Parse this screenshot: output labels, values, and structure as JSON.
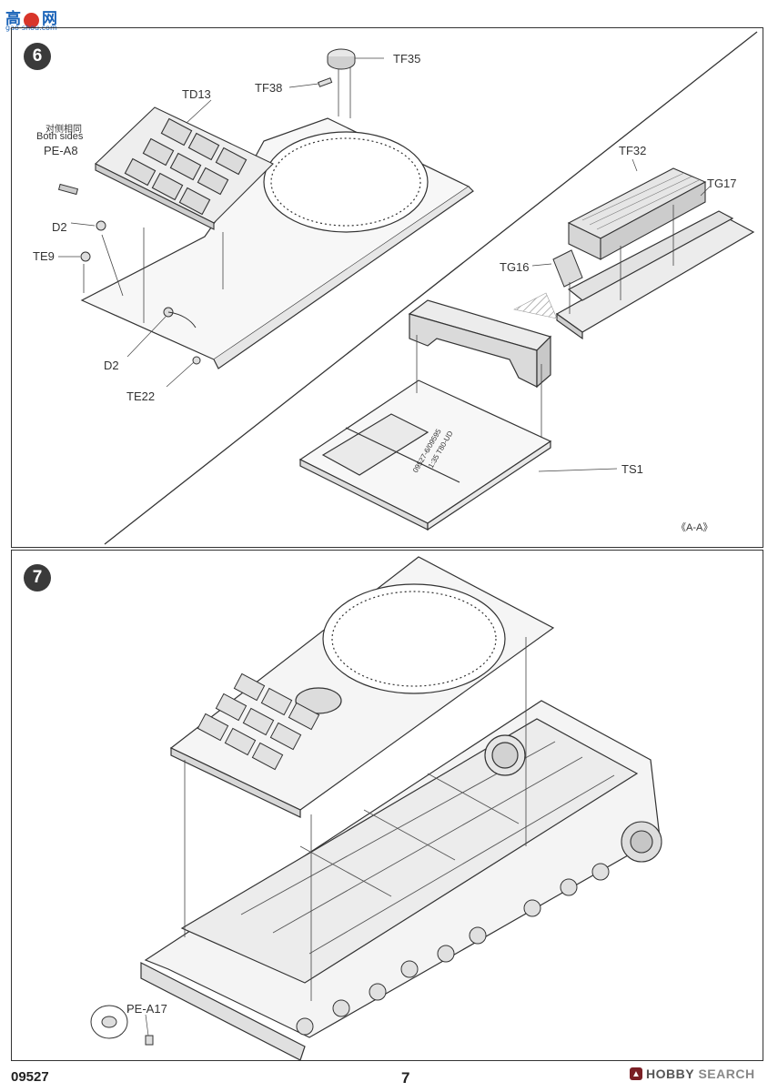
{
  "watermark": {
    "site_chars": [
      "高",
      "网"
    ],
    "site_url": "gao-shou.com",
    "hobby_text": "HOBBY",
    "search_text": "SEARCH"
  },
  "step6": {
    "number": "6",
    "labels": {
      "tf35": "TF35",
      "tf38": "TF38",
      "td13": "TD13",
      "both_sides_zh": "对侧相同",
      "both_sides_en": "Both sides",
      "pe_a8": "PE-A8",
      "d2_top": "D2",
      "te9": "TE9",
      "d2_bottom": "D2",
      "te22": "TE22",
      "tf32": "TF32",
      "tg17": "TG17",
      "tg16": "TG16",
      "ts1": "TS1",
      "section": "《A-A》"
    },
    "plate_text_1": "1:35 T80-UD",
    "plate_text_2": "09527-6/09595"
  },
  "step7": {
    "number": "7",
    "labels": {
      "pe_a17": "PE-A17"
    }
  },
  "footer": {
    "code": "09527",
    "page": "7"
  },
  "colors": {
    "badge": "#3a3a3a",
    "line": "#333333",
    "hull_fill": "#f2f2f2",
    "shade": "#bdbdbd"
  }
}
